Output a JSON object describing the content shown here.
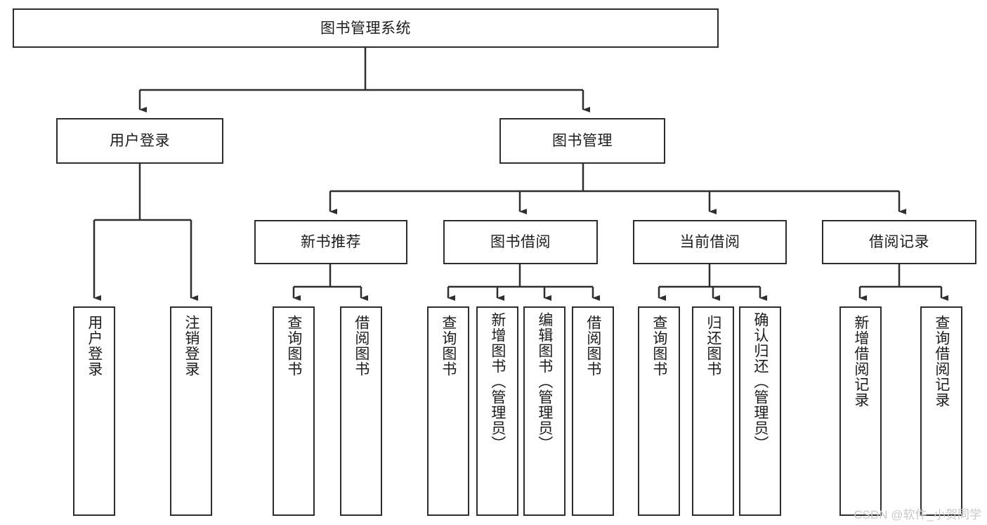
{
  "diagram": {
    "title": "图书管理系统",
    "type": "hierarchy-tree",
    "watermark": "CSDN @软件_小贺同学",
    "colors": {
      "stroke": "#2e2e2e",
      "fill": "#ffffff",
      "text": "#1c1c1c",
      "watermark": "#c9c9c9"
    },
    "levels": {
      "root": {
        "label": "图书管理系统"
      },
      "level2": [
        {
          "label": "用户登录"
        },
        {
          "label": "图书管理"
        }
      ],
      "level3": [
        {
          "label": "新书推荐"
        },
        {
          "label": "图书借阅"
        },
        {
          "label": "当前借阅"
        },
        {
          "label": "借阅记录"
        }
      ],
      "leaves": {
        "user_login": [
          {
            "label": "用户登录"
          },
          {
            "label": "注销登录"
          }
        ],
        "new_book_rec": [
          {
            "label": "查询图书"
          },
          {
            "label": "借阅图书"
          }
        ],
        "book_borrow": [
          {
            "label": "查询图书"
          },
          {
            "label": "新增图书（管理员）"
          },
          {
            "label": "编辑图书（管理员）"
          },
          {
            "label": "借阅图书"
          }
        ],
        "current_borrow": [
          {
            "label": "查询图书"
          },
          {
            "label": "归还图书"
          },
          {
            "label": "确认归还（管理员）"
          }
        ],
        "borrow_record": [
          {
            "label": "新增借阅记录"
          },
          {
            "label": "查询借阅记录"
          }
        ]
      }
    }
  }
}
